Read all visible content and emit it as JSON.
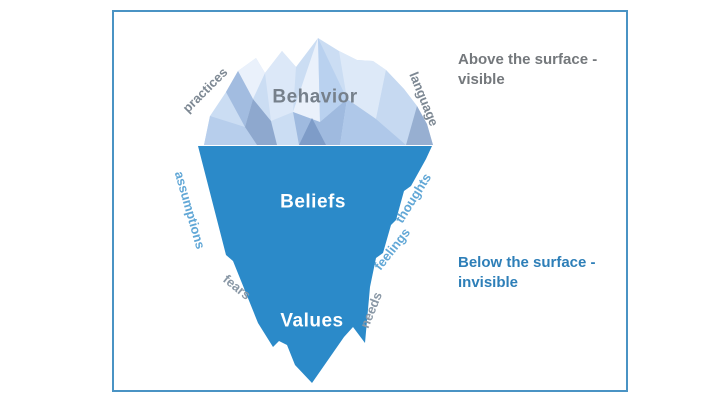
{
  "diagram": {
    "headings": {
      "above_line1": "Above the surface -",
      "above_line2": "visible",
      "below_line1": "Below the surface -",
      "below_line2": "invisible"
    },
    "iceberg": {
      "above_label": "Behavior",
      "below_label_1": "Beliefs",
      "below_label_2": "Values",
      "side_labels": {
        "practices": "practices",
        "language": "language",
        "assumptions": "assumptions",
        "fears": "fears",
        "needs": "needs",
        "feelings": "feelings",
        "thoughts": "thoughts"
      }
    },
    "colors": {
      "frame_border": "#4a93c4",
      "underwater_blue": "#2b8ac9",
      "above_heading_gray": "#74787c",
      "below_heading_blue": "#2e7fb8",
      "behavior_text_gray": "#76808b",
      "side_label_blue": "#61a7d6",
      "side_label_gray": "#7d8893",
      "side_label_grayblue": "#8a98a6",
      "iceberg_palette": [
        "#cbddf3",
        "#eaf1fb",
        "#b9d1ef",
        "#9fbadf",
        "#7e9cc8",
        "#dce8f8",
        "#a2bce0",
        "#b7ceec",
        "#8ea8ce",
        "#dde9f8",
        "#c6d9f1",
        "#97afd1",
        "#afc8e9"
      ]
    }
  }
}
